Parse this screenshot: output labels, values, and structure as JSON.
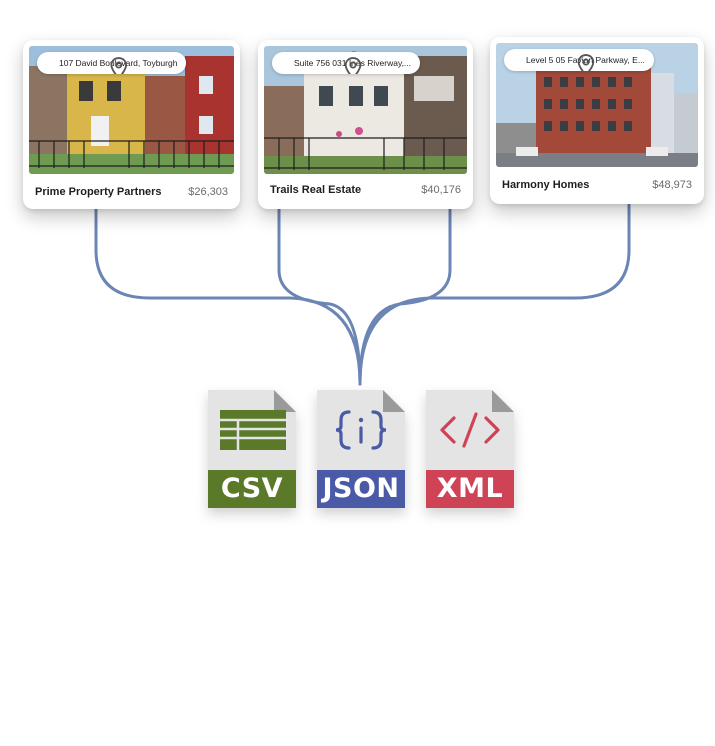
{
  "listings": [
    {
      "address": "107 David Boulevard, Toyburgh",
      "agency": "Prime Property Partners",
      "price": "$26,303"
    },
    {
      "address": "Suite 756 031 Ines Riverway,...",
      "agency": "Trails Real Estate",
      "price": "$40,176"
    },
    {
      "address": "Level 5 05 Favian Parkway, E...",
      "agency": "Harmony Homes",
      "price": "$48,973"
    }
  ],
  "formats": [
    {
      "label": "CSV",
      "icon": "spreadsheet-icon",
      "color": "#5a7a2a"
    },
    {
      "label": "JSON",
      "icon": "curly-braces-icon",
      "color": "#4a5aa6"
    },
    {
      "label": "XML",
      "icon": "code-tag-icon",
      "color": "#cf4356"
    }
  ],
  "colors": {
    "connector": "#6b85b5",
    "file_page": "#e4e4e4",
    "file_fold": "#9a9a9a"
  }
}
